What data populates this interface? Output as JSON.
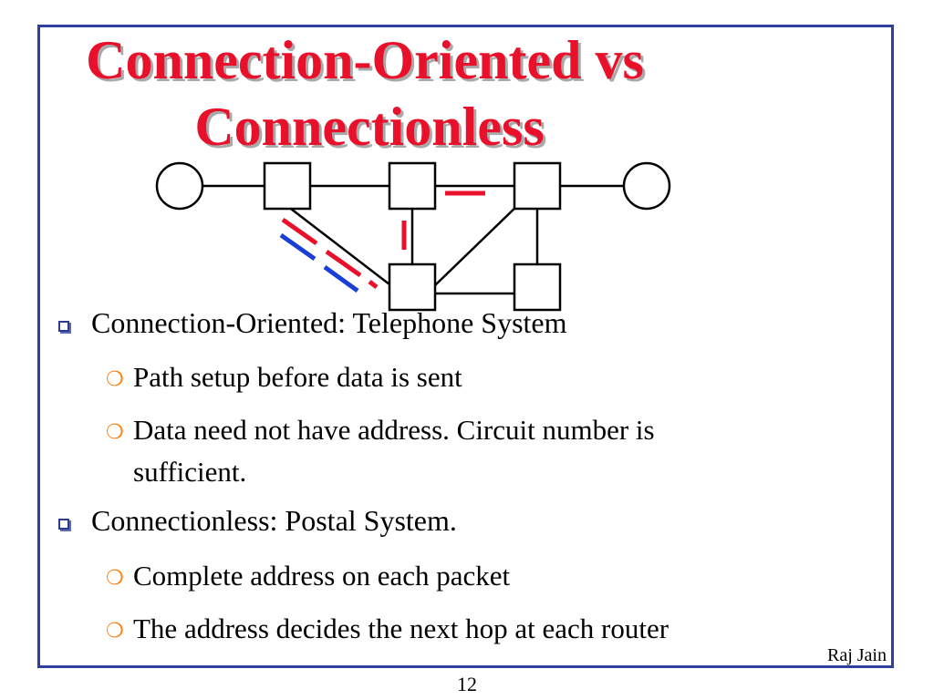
{
  "slide": {
    "title_line1": "Connection-Oriented vs",
    "title_line2": "Connectionless",
    "bullets": [
      {
        "level": 1,
        "text": "Connection-Oriented: Telephone System"
      },
      {
        "level": 2,
        "text": "Path setup before data is sent"
      },
      {
        "level": 2,
        "text": "Data need not have address. Circuit number is"
      },
      {
        "level": 2,
        "text": "sufficient."
      },
      {
        "level": 1,
        "text": "Connectionless: Postal System."
      },
      {
        "level": 2,
        "text": "Complete address on each packet"
      },
      {
        "level": 2,
        "text": "The address decides the next hop at each router"
      }
    ],
    "author": "Raj Jain",
    "page_number": "12"
  },
  "colors": {
    "title": "#e8102a",
    "frame": "#2f3f9e",
    "circuit_path": "#e8102a",
    "datagram_path": "#1a3fd6",
    "sub_bullet_marker": "#ff7a00"
  },
  "icons": {
    "level1_marker": "square-bullet-icon",
    "level2_marker": "ring-bullet-icon"
  }
}
